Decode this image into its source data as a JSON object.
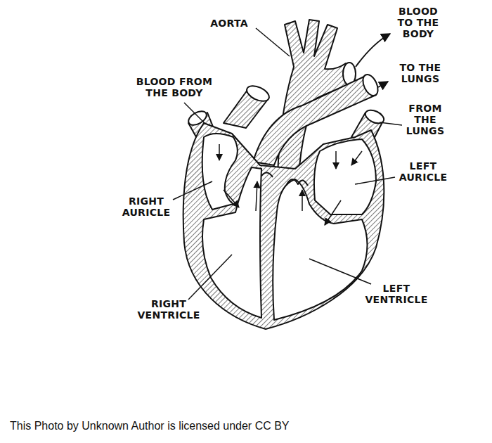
{
  "diagram": {
    "caption": "This Photo by Unknown Author is licensed under CC BY",
    "labels": [
      "AORTA",
      "BLOOD TO THE BODY",
      "TO THE LUNGS",
      "BLOOD FROM THE BODY",
      "FROM THE LUNGS",
      "LEFT AURICLE",
      "RIGHT AURICLE",
      "LEFT VENTRICLE",
      "RIGHT VENTRICLE"
    ]
  }
}
